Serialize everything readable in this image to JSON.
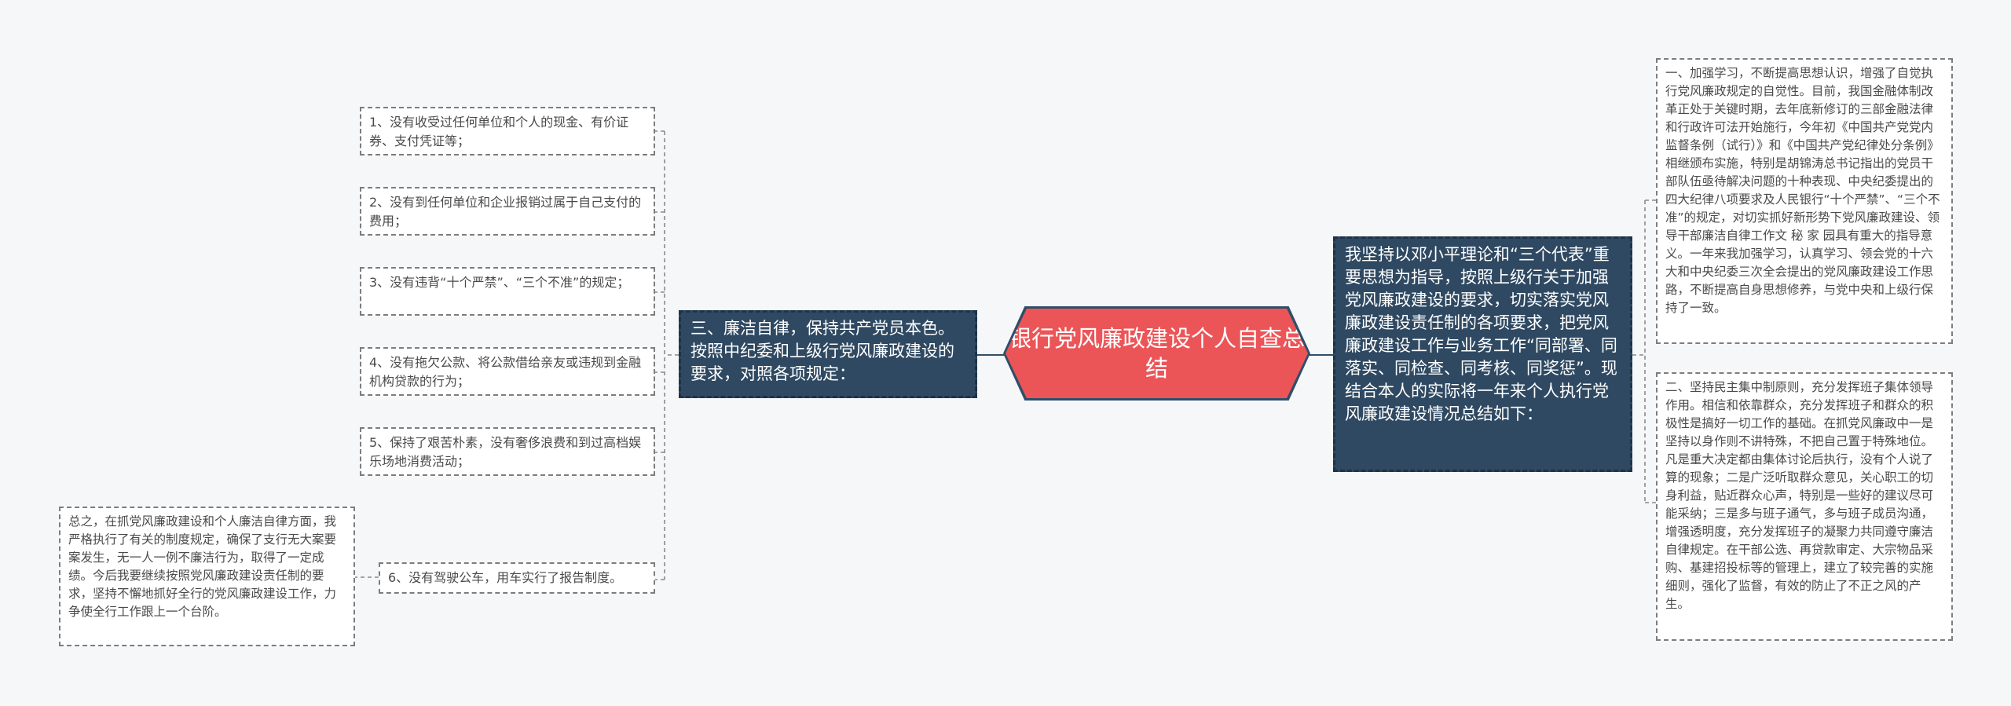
{
  "center": {
    "title": "银行党风廉政建设个人自查总结"
  },
  "left_branch": {
    "label": "三、廉洁自律，保持共产党员本色。按照中纪委和上级行党风廉政建设的要求，对照各项规定：",
    "items": [
      "1、没有收受过任何单位和个人的现金、有价证券、支付凭证等；",
      "2、没有到任何单位和企业报销过属于自己支付的费用；",
      "3、没有违背“十个严禁”、“三个不准”的规定；",
      "4、没有拖欠公款、将公款借给亲友或违规到金融机构贷款的行为；",
      "5、保持了艰苦朴素，没有奢侈浪费和到过高档娱乐场地消费活动；",
      "6、没有驾驶公车，用车实行了报告制度。"
    ],
    "conclusion": "总之，在抓党风廉政建设和个人廉洁自律方面，我严格执行了有关的制度规定，确保了支行无大案要案发生，无一人一例不廉洁行为，取得了一定成绩。今后我要继续按照党风廉政建设责任制的要求，坚持不懈地抓好全行的党风廉政建设工作，力争使全行工作跟上一个台阶。"
  },
  "right_branch": {
    "label": "我坚持以邓小平理论和“三个代表”重要思想为指导，按照上级行关于加强党风廉政建设的要求，切实落实党风廉政建设责任制的各项要求，把党风廉政建设工作与业务工作“同部署、同落实、同检查、同考核、同奖惩”。现结合本人的实际将一年来个人执行党风廉政建设情况总结如下：",
    "items": [
      "一、加强学习，不断提高思想认识，增强了自觉执行党风廉政规定的自觉性。目前，我国金融体制改革正处于关键时期，去年底新修订的三部金融法律和行政许可法开始施行，今年初《中国共产党党内监督条例（试行）》和《中国共产党纪律处分条例》相继颁布实施，特别是胡锦涛总书记指出的党员干部队伍亟待解决问题的十种表现、中央纪委提出的四大纪律八项要求及人民银行“十个严禁”、“三个不准”的规定，对切实抓好新形势下党风廉政建设、领导干部廉洁自律工作文 秘 家 园具有重大的指导意义。一年来我加强学习，认真学习、领会党的十六大和中央纪委三次全会提出的党风廉政建设工作思路，不断提高自身思想修养，与党中央和上级行保持了一致。",
      "二、坚持民主集中制原则，充分发挥班子集体领导作用。相信和依靠群众，充分发挥班子和群众的积极性是搞好一切工作的基础。在抓党风廉政中一是坚持以身作则不讲特殊，不把自己置于特殊地位。凡是重大决定都由集体讨论后执行，没有个人说了算的现象；二是广泛听取群众意见，关心职工的切身利益，贴近群众心声，特别是一些好的建议尽可能采纳；三是多与班子通气，多与班子成员沟通，增强透明度，充分发挥班子的凝聚力共同遵守廉洁自律规定。在干部公选、再贷款审定、大宗物品采购、基建招投标等的管理上，建立了较完善的实施细则，强化了监督，有效的防止了不正之风的产生。"
    ]
  },
  "colors": {
    "center_fill": "#ec5558",
    "branch_fill": "#2f4962",
    "leaf_fill": "#ffffff",
    "connector": "#2f4e68",
    "dashed_connector": "#8a8a8a"
  }
}
